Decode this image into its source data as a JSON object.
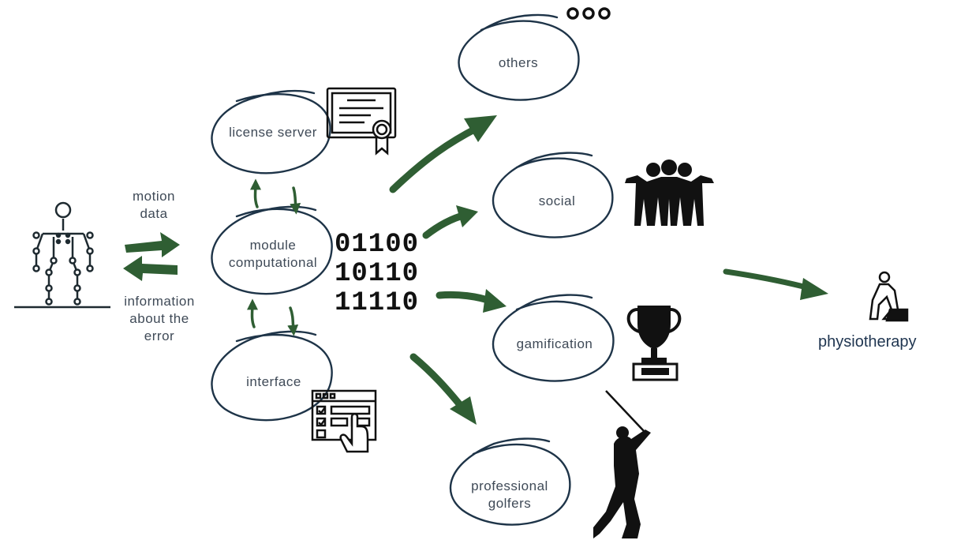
{
  "left_labels": {
    "motion_line1": "motion",
    "motion_line2": "data",
    "error_line1": "information",
    "error_line2": "about the",
    "error_line3": "error"
  },
  "nodes": {
    "license_server": "license server",
    "module_line1": "module",
    "module_line2": "computational",
    "interface": "interface",
    "others": "others",
    "social": "social",
    "gamification": "gamification",
    "golfers_line1": "professional",
    "golfers_line2": "golfers"
  },
  "binary": {
    "row1": "01100",
    "row2": "10110",
    "row3": "11110"
  },
  "physiotherapy": "physiotherapy",
  "colors": {
    "ellipse": "#1e3448",
    "arrow": "#2f5e33",
    "text": "#3f4a57"
  },
  "icons": [
    "skeleton-icon",
    "certificate-icon",
    "binary-code",
    "interface-window-icon",
    "ellipsis-icon",
    "group-people-icon",
    "trophy-icon",
    "golfer-silhouette-icon",
    "physiotherapy-icon"
  ]
}
